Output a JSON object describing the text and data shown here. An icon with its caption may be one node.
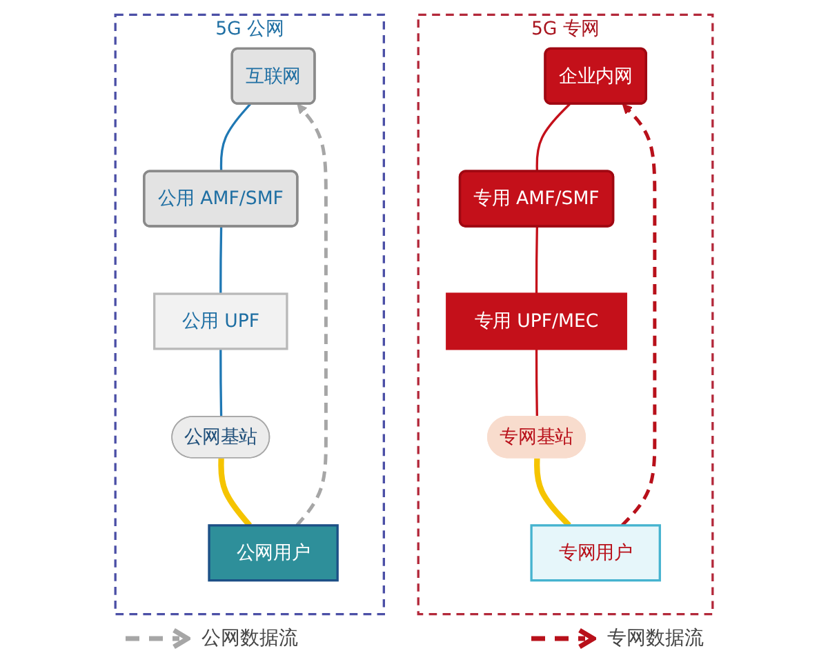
{
  "diagram": {
    "nodes": [
      {
        "text": [
          "5G 公网"
        ]
      },
      {
        "text": [
          "互联网"
        ],
        "in": 0
      },
      {
        "text": [
          "公用 AMF/SMF"
        ],
        "in": 0
      },
      {
        "text": [
          "公用 UPF"
        ],
        "in": 0
      },
      {
        "text": [
          "公网基站"
        ],
        "in": 0
      },
      {
        "text": [
          "公网用户"
        ],
        "in": 0
      },
      {
        "text": [
          "5G 专网"
        ]
      },
      {
        "text": [
          "企业内网"
        ],
        "in": 6
      },
      {
        "text": [
          "专用 AMF/SMF"
        ],
        "in": 6
      },
      {
        "text": [
          "专用 UPF/MEC"
        ],
        "in": 6
      },
      {
        "text": [
          "专网基站"
        ],
        "in": 6
      },
      {
        "text": [
          "专网用户"
        ],
        "in": 6
      }
    ],
    "edges": [
      {
        "from": 5,
        "to": 1,
        "arrow": "to",
        "style": "dashed",
        "color": "#a6a6a6"
      },
      {
        "from": 1,
        "to": 2,
        "arrow": "none",
        "color": "#1f78b4"
      },
      {
        "from": 2,
        "to": 3,
        "arrow": "none",
        "color": "#1f78b4"
      },
      {
        "from": 3,
        "to": 4,
        "arrow": "none",
        "color": "#1f78b4"
      },
      {
        "from": 4,
        "to": 5,
        "arrow": "none",
        "style": "thick",
        "color": "#f5c400"
      },
      {
        "from": 11,
        "to": 7,
        "arrow": "to",
        "style": "dashed",
        "color": "#b8101a"
      },
      {
        "from": 7,
        "to": 8,
        "arrow": "none",
        "color": "#c4101a"
      },
      {
        "from": 8,
        "to": 9,
        "arrow": "none",
        "color": "#c4101a"
      },
      {
        "from": 9,
        "to": 10,
        "arrow": "none",
        "color": "#c4101a"
      },
      {
        "from": 10,
        "to": 11,
        "arrow": "none",
        "style": "thick",
        "color": "#f5c400"
      }
    ],
    "legend": [
      {
        "text": "公网数据流"
      },
      {
        "text": "专网数据流"
      }
    ]
  }
}
